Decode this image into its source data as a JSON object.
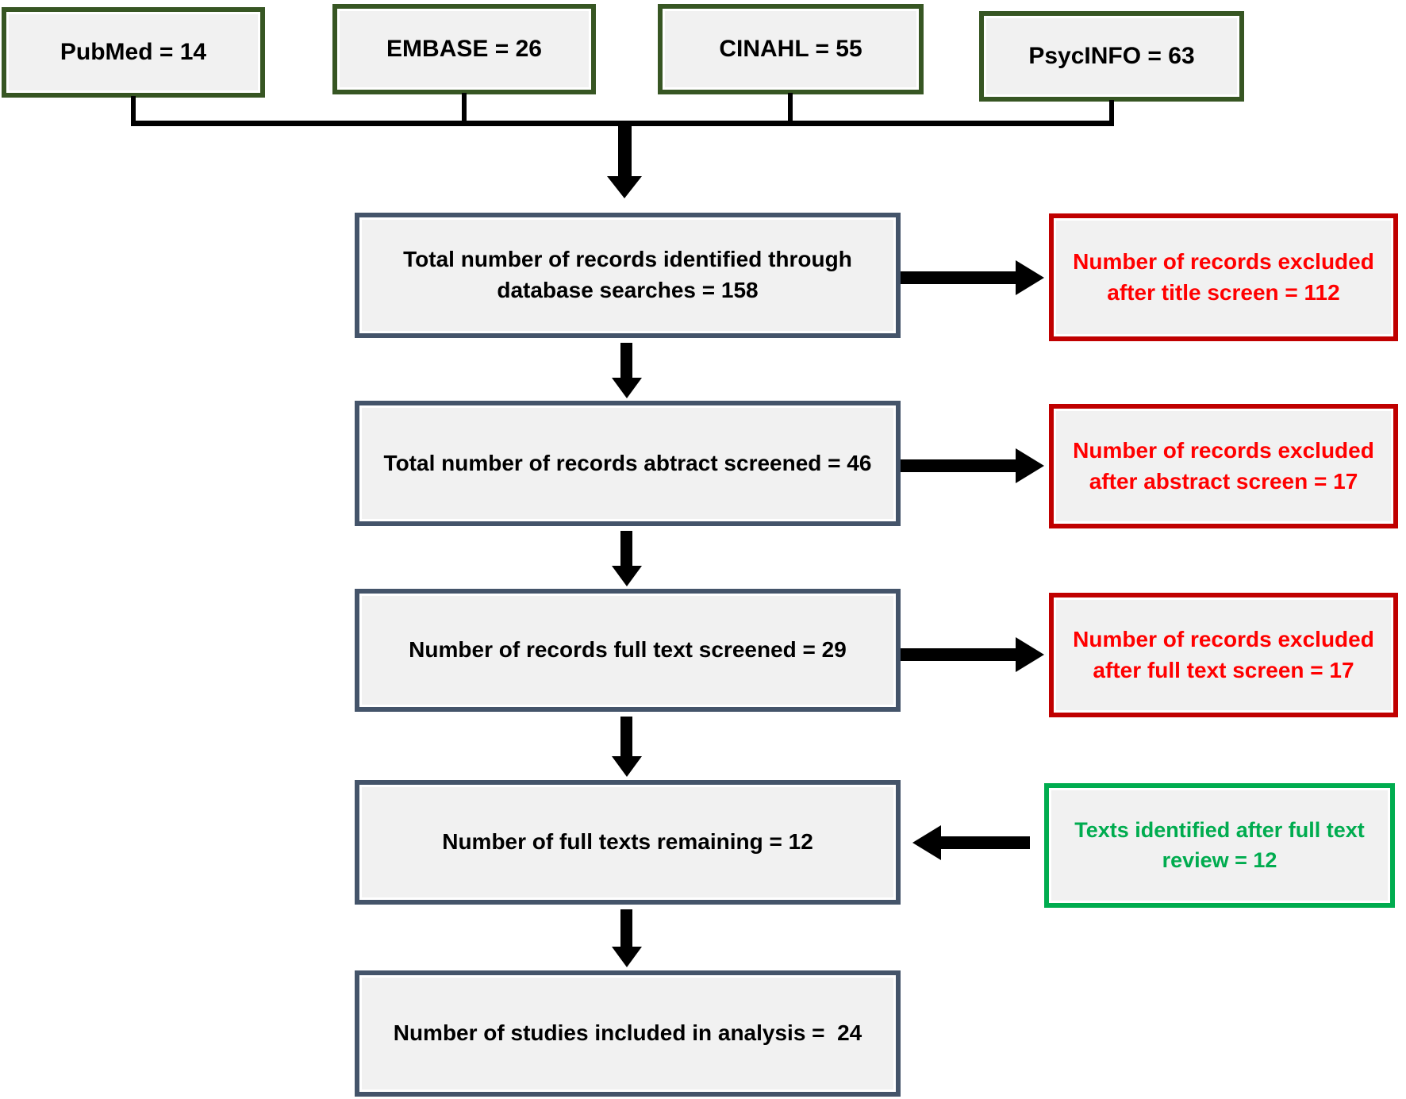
{
  "sources": [
    {
      "label": "PubMed = 14"
    },
    {
      "label": "EMBASE = 26"
    },
    {
      "label": "CINAHL = 55"
    },
    {
      "label": "PsycINFO = 63"
    }
  ],
  "main_flow": [
    {
      "label": "Total number of records identified through database searches = 158"
    },
    {
      "label": "Total number of records abtract screened = 46"
    },
    {
      "label": "Number of records full text screened = 29"
    },
    {
      "label": "Number of full texts remaining = 12"
    },
    {
      "label": "Number of studies included in analysis =  24"
    }
  ],
  "exclusions": [
    {
      "label": "Number of records excluded after title screen = 112"
    },
    {
      "label": "Number of records excluded after abstract screen = 17"
    },
    {
      "label": "Number of records excluded after full text screen = 17"
    }
  ],
  "inclusions": [
    {
      "label": "Texts identified after full text review = 12"
    }
  ],
  "colors": {
    "source_border": "#375623",
    "flow_border": "#44546A",
    "exclusion_border": "#C00000",
    "exclusion_text": "#FF0000",
    "inclusion_border": "#00AC4F",
    "inclusion_text": "#00AC4F",
    "box_fill": "#F1F1F1",
    "connector": "#000000"
  }
}
